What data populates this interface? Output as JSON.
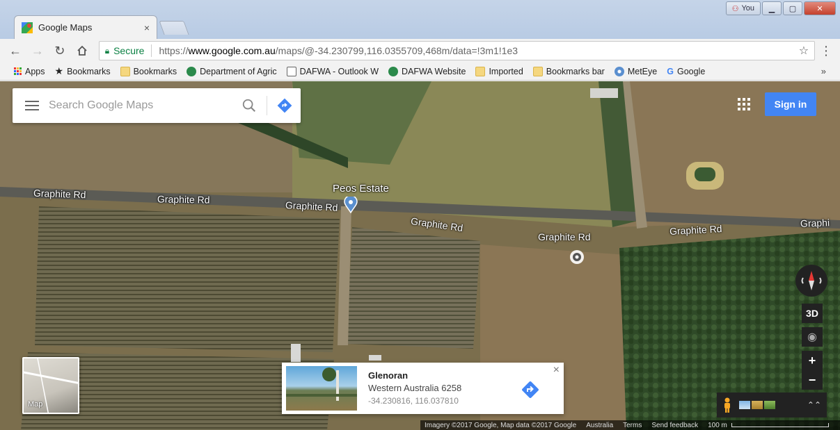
{
  "browser": {
    "tab_title": "Google Maps",
    "tab_close": "×",
    "profile_label": "You",
    "secure_label": "Secure",
    "url_scheme": "https://",
    "url_host": "www.google.com.au",
    "url_path": "/maps/@-34.230799,116.0355709,468m/data=!3m1!1e3",
    "bookmarks": [
      {
        "label": "Apps",
        "icon": "apps-icon"
      },
      {
        "label": "Bookmarks",
        "icon": "star-icon"
      },
      {
        "label": "Bookmarks",
        "icon": "folder-icon"
      },
      {
        "label": "Department of Agric",
        "icon": "dafwa-icon"
      },
      {
        "label": "DAFWA - Outlook W",
        "icon": "page-icon"
      },
      {
        "label": "DAFWA Website",
        "icon": "dafwa-icon"
      },
      {
        "label": "Imported",
        "icon": "folder-icon"
      },
      {
        "label": "Bookmarks bar",
        "icon": "folder-icon"
      },
      {
        "label": "MetEye",
        "icon": "meteye-icon"
      },
      {
        "label": "Google",
        "icon": "google-icon"
      }
    ],
    "bookmarks_more": "»"
  },
  "maps": {
    "search_placeholder": "Search Google Maps",
    "sign_in": "Sign in",
    "poi_label": "Peos Estate",
    "roads": [
      "Graphite Rd",
      "Graphite Rd",
      "Graphite Rd",
      "Graphite Rd",
      "Graphite Rd",
      "Graphite Rd",
      "Graphi"
    ],
    "controls": {
      "three_d": "3D",
      "zoom_in": "+",
      "zoom_out": "−"
    },
    "minimap_label": "Map",
    "place_card": {
      "name": "Glenoran",
      "region": "Western Australia 6258",
      "coords": "-34.230816, 116.037810",
      "close": "×"
    },
    "attribution": {
      "imagery": "Imagery ©2017 Google, Map data ©2017 Google",
      "country": "Australia",
      "terms": "Terms",
      "feedback": "Send feedback",
      "scale": "100 m"
    }
  },
  "colors": {
    "accent_blue": "#4285f4",
    "secure_green": "#0b8043",
    "close_red": "#c4412d"
  }
}
